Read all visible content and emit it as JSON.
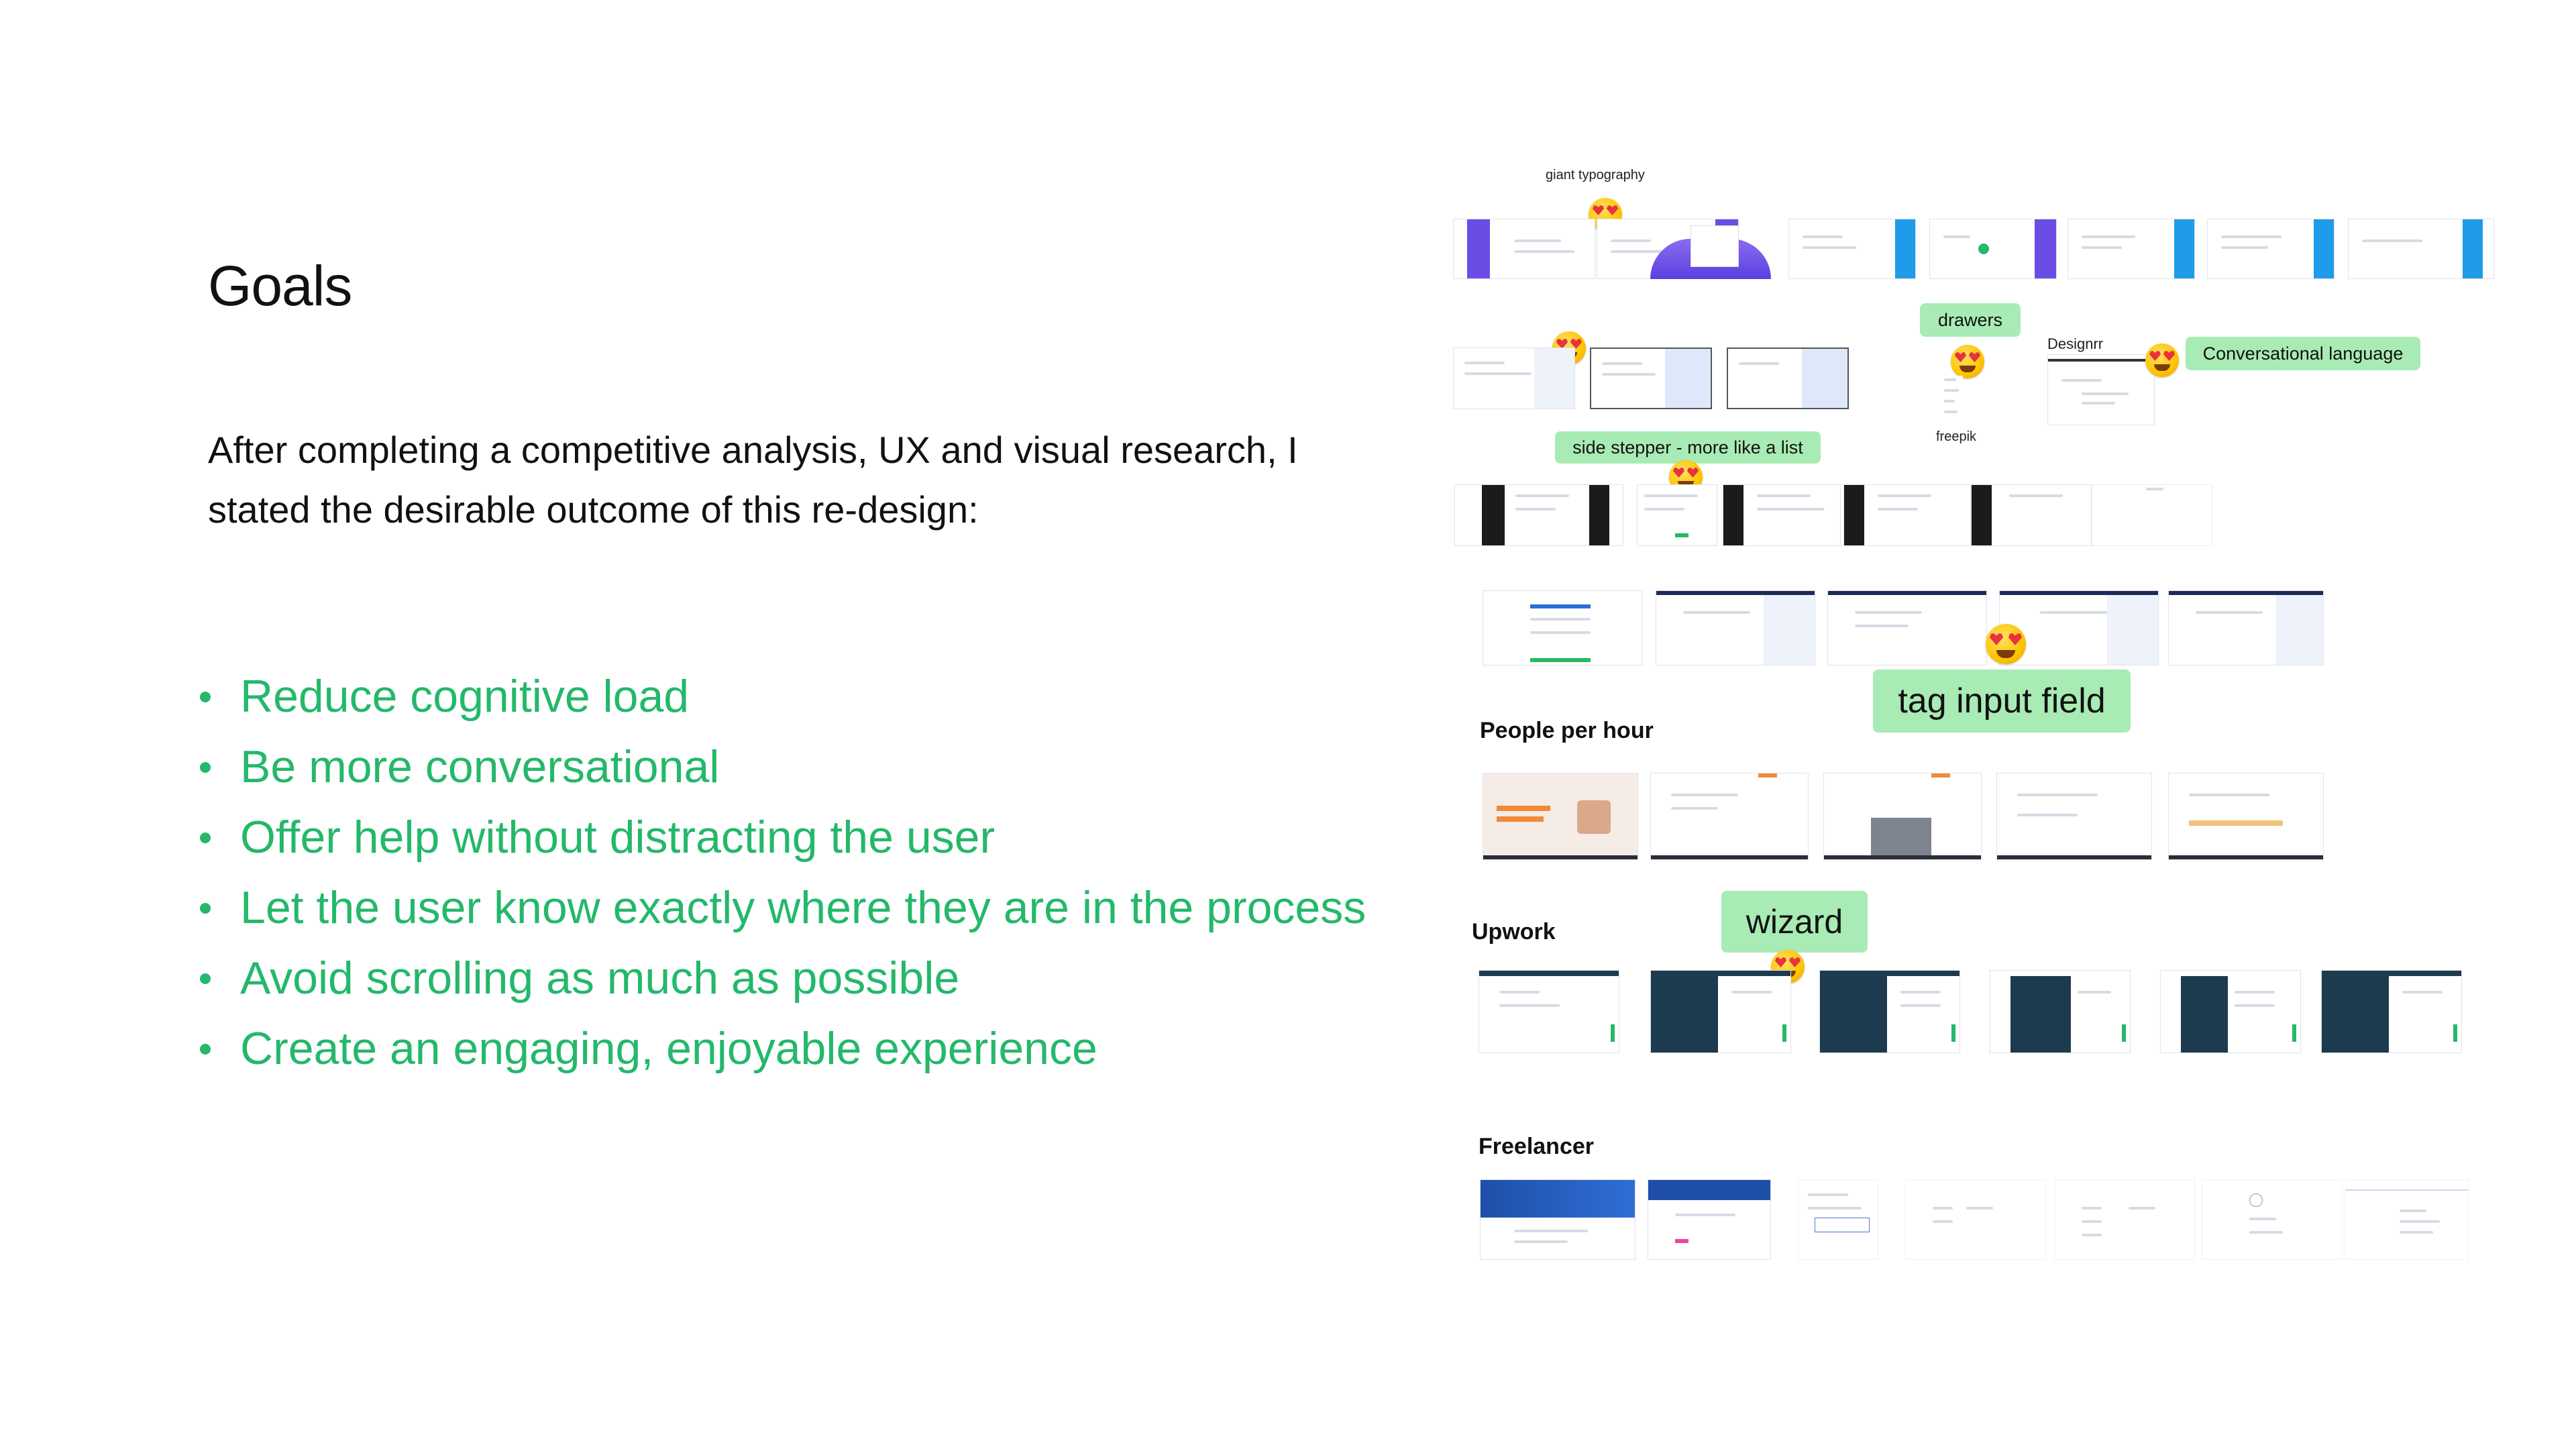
{
  "slide": {
    "title": "Goals",
    "intro": "After completing a competitive analysis, UX and visual research, I stated the desirable outcome of this re-design:",
    "goals": [
      "Reduce cognitive load",
      "Be more conversational",
      "Offer help without distracting the user",
      "Let the user know exactly where they are in the process",
      "Avoid scrolling as much as possible",
      "Create an engaging, enjoyable experience"
    ]
  },
  "moodboard": {
    "notes": {
      "giant_typography": "giant typography",
      "drawers": "drawers",
      "freepik": "freepik",
      "designrr": "Designrr",
      "conversational_language": "Conversational language",
      "side_stepper": "side stepper - more like a list",
      "tag_input_field": "tag input field",
      "wizard": "wizard"
    },
    "sections": {
      "people_per_hour": "People per hour",
      "upwork": "Upwork",
      "freelancer": "Freelancer"
    }
  },
  "colors": {
    "accent_green": "#24b86a",
    "sticky_note": "#a8ebb4",
    "text": "#111111",
    "purple": "#6b4de6",
    "blue": "#1e9be9",
    "navy": "#1d3b4f",
    "orange": "#f08a3a"
  },
  "icons": [
    "heart-eyes-emoji-icon"
  ]
}
